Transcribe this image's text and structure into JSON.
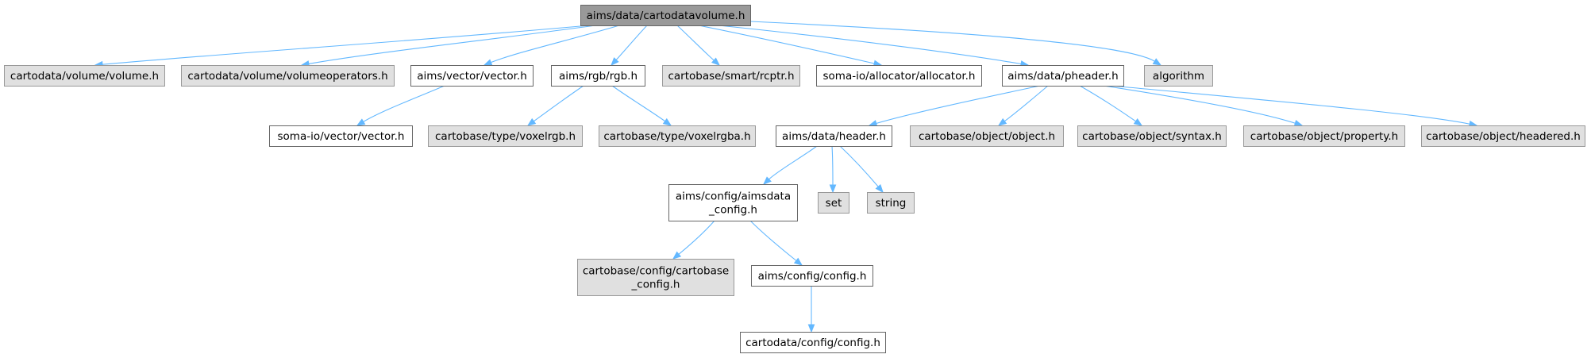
{
  "diagram": {
    "colors": {
      "root_fill": "#999999",
      "root_stroke": "#666666",
      "internal_fill": "#ffffff",
      "internal_stroke": "#666666",
      "external_fill": "#e0e0e0",
      "external_stroke": "#999999",
      "edge": "#63b8ff"
    },
    "nodes": [
      {
        "id": "cartodatavolume",
        "kind": "root",
        "lines": [
          "aims/data/cartodatavolume.h"
        ]
      },
      {
        "id": "volume",
        "kind": "external",
        "lines": [
          "cartodata/volume/volume.h"
        ]
      },
      {
        "id": "volumeoperators",
        "kind": "external",
        "lines": [
          "cartodata/volume/volumeoperators.h"
        ]
      },
      {
        "id": "aims_vector",
        "kind": "internal",
        "lines": [
          "aims/vector/vector.h"
        ]
      },
      {
        "id": "rgb",
        "kind": "internal",
        "lines": [
          "aims/rgb/rgb.h"
        ]
      },
      {
        "id": "rcptr",
        "kind": "external",
        "lines": [
          "cartobase/smart/rcptr.h"
        ]
      },
      {
        "id": "allocator",
        "kind": "internal",
        "lines": [
          "soma-io/allocator/allocator.h"
        ]
      },
      {
        "id": "pheader",
        "kind": "internal",
        "lines": [
          "aims/data/pheader.h"
        ]
      },
      {
        "id": "algorithm",
        "kind": "external",
        "lines": [
          "algorithm"
        ]
      },
      {
        "id": "somaio_vector",
        "kind": "internal",
        "lines": [
          "soma-io/vector/vector.h"
        ]
      },
      {
        "id": "voxelrgb",
        "kind": "external",
        "lines": [
          "cartobase/type/voxelrgb.h"
        ]
      },
      {
        "id": "voxelrgba",
        "kind": "external",
        "lines": [
          "cartobase/type/voxelrgba.h"
        ]
      },
      {
        "id": "header",
        "kind": "internal",
        "lines": [
          "aims/data/header.h"
        ]
      },
      {
        "id": "object",
        "kind": "external",
        "lines": [
          "cartobase/object/object.h"
        ]
      },
      {
        "id": "syntax",
        "kind": "external",
        "lines": [
          "cartobase/object/syntax.h"
        ]
      },
      {
        "id": "property",
        "kind": "external",
        "lines": [
          "cartobase/object/property.h"
        ]
      },
      {
        "id": "headered",
        "kind": "external",
        "lines": [
          "cartobase/object/headered.h"
        ]
      },
      {
        "id": "aimsdata_config",
        "kind": "internal",
        "lines": [
          "aims/config/aimsdata",
          "_config.h"
        ]
      },
      {
        "id": "set",
        "kind": "external",
        "lines": [
          "set"
        ]
      },
      {
        "id": "string",
        "kind": "external",
        "lines": [
          "string"
        ]
      },
      {
        "id": "cartobase_config",
        "kind": "external",
        "lines": [
          "cartobase/config/cartobase",
          "_config.h"
        ]
      },
      {
        "id": "aims_config",
        "kind": "internal",
        "lines": [
          "aims/config/config.h"
        ]
      },
      {
        "id": "cartodata_config",
        "kind": "internal",
        "lines": [
          "cartodata/config/config.h"
        ]
      }
    ],
    "edges": [
      {
        "from": "cartodatavolume",
        "to": "volume"
      },
      {
        "from": "cartodatavolume",
        "to": "volumeoperators"
      },
      {
        "from": "cartodatavolume",
        "to": "aims_vector"
      },
      {
        "from": "cartodatavolume",
        "to": "rgb"
      },
      {
        "from": "cartodatavolume",
        "to": "rcptr"
      },
      {
        "from": "cartodatavolume",
        "to": "allocator"
      },
      {
        "from": "cartodatavolume",
        "to": "pheader"
      },
      {
        "from": "cartodatavolume",
        "to": "algorithm"
      },
      {
        "from": "aims_vector",
        "to": "somaio_vector"
      },
      {
        "from": "rgb",
        "to": "voxelrgb"
      },
      {
        "from": "rgb",
        "to": "voxelrgba"
      },
      {
        "from": "pheader",
        "to": "header"
      },
      {
        "from": "pheader",
        "to": "object"
      },
      {
        "from": "pheader",
        "to": "syntax"
      },
      {
        "from": "pheader",
        "to": "property"
      },
      {
        "from": "pheader",
        "to": "headered"
      },
      {
        "from": "header",
        "to": "aimsdata_config"
      },
      {
        "from": "header",
        "to": "set"
      },
      {
        "from": "header",
        "to": "string"
      },
      {
        "from": "aimsdata_config",
        "to": "cartobase_config"
      },
      {
        "from": "aimsdata_config",
        "to": "aims_config"
      },
      {
        "from": "aims_config",
        "to": "cartodata_config"
      }
    ]
  }
}
